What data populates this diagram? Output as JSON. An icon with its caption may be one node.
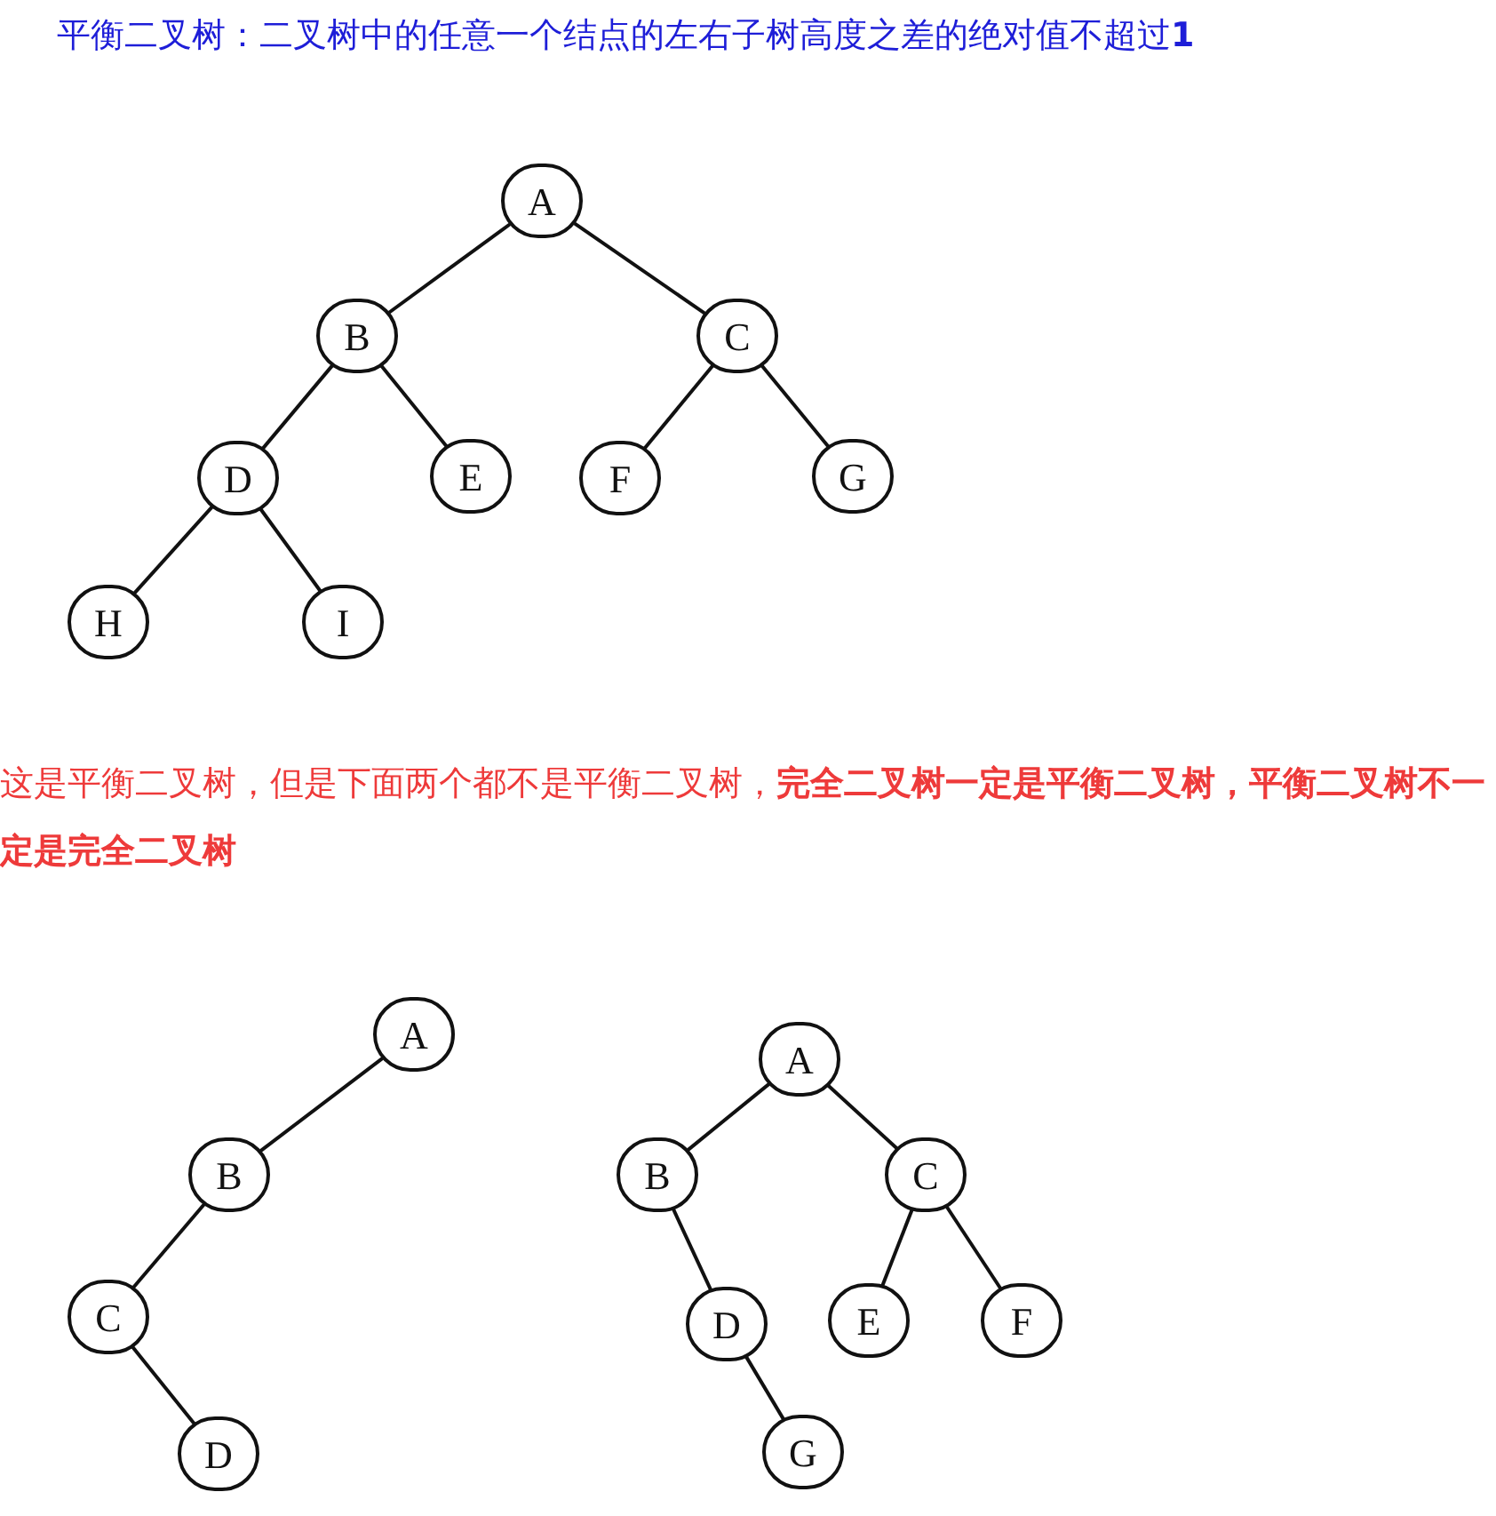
{
  "diagram": {
    "title": "平衡二叉树：二叉树中的任意一个结点的左右子树高度之差的绝对值不超过**1**",
    "nodes": [
      {
        "text": [
          "A"
        ]
      },
      {
        "text": [
          "B"
        ]
      },
      {
        "text": [
          "C"
        ]
      },
      {
        "text": [
          "D"
        ]
      },
      {
        "text": [
          "E"
        ]
      },
      {
        "text": [
          "F"
        ]
      },
      {
        "text": [
          "G"
        ]
      },
      {
        "text": [
          "H"
        ]
      },
      {
        "text": [
          "I"
        ]
      },
      {
        "text": [
          "A"
        ]
      },
      {
        "text": [
          "B"
        ]
      },
      {
        "text": [
          "C"
        ]
      },
      {
        "text": [
          "D"
        ]
      },
      {
        "text": [
          "A"
        ]
      },
      {
        "text": [
          "B"
        ]
      },
      {
        "text": [
          "C"
        ]
      },
      {
        "text": [
          "D"
        ]
      },
      {
        "text": [
          "E"
        ]
      },
      {
        "text": [
          "F"
        ]
      },
      {
        "text": [
          "G"
        ]
      }
    ],
    "edges": [
      {
        "from": 0,
        "to": 1,
        "arrow": "none"
      },
      {
        "from": 0,
        "to": 2,
        "arrow": "none"
      },
      {
        "from": 1,
        "to": 3,
        "arrow": "none"
      },
      {
        "from": 1,
        "to": 4,
        "arrow": "none"
      },
      {
        "from": 2,
        "to": 5,
        "arrow": "none"
      },
      {
        "from": 2,
        "to": 6,
        "arrow": "none"
      },
      {
        "from": 3,
        "to": 7,
        "arrow": "none"
      },
      {
        "from": 3,
        "to": 8,
        "arrow": "none"
      },
      {
        "from": 9,
        "to": 10,
        "arrow": "none"
      },
      {
        "from": 10,
        "to": 11,
        "arrow": "none"
      },
      {
        "from": 11,
        "to": 12,
        "arrow": "none"
      },
      {
        "from": 13,
        "to": 14,
        "arrow": "none"
      },
      {
        "from": 13,
        "to": 15,
        "arrow": "none"
      },
      {
        "from": 14,
        "to": 16,
        "arrow": "none"
      },
      {
        "from": 15,
        "to": 17,
        "arrow": "none"
      },
      {
        "from": 15,
        "to": 18,
        "arrow": "none"
      },
      {
        "from": 16,
        "to": 19,
        "arrow": "none"
      }
    ],
    "labels": [
      "这是平衡二叉树，但是下面两个都不是平衡二叉树，**完全二叉树一定是平衡二叉树，平衡二叉树不一定是完全二叉树**"
    ]
  }
}
